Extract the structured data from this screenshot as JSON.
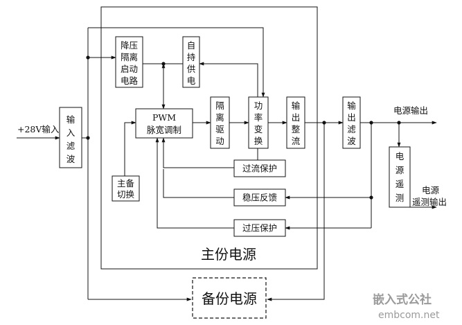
{
  "blocks": {
    "input_filter": [
      "输",
      "入",
      "滤",
      "波"
    ],
    "buck_start": [
      "降压",
      "隔离",
      "启动",
      "电路"
    ],
    "self_supply": [
      "自",
      "持",
      "供",
      "电"
    ],
    "pwm": [
      "PWM",
      "脉宽调制"
    ],
    "iso_drive": [
      "隔",
      "离",
      "驱",
      "动"
    ],
    "power_conv": [
      "功",
      "率",
      "变",
      "换"
    ],
    "out_rect": [
      "输",
      "出",
      "整",
      "流"
    ],
    "out_filter": [
      "输",
      "出",
      "滤",
      "波"
    ],
    "remote_sense": [
      "电",
      "源",
      "遥",
      "测"
    ],
    "main_backup_switch": [
      "主备",
      "切换"
    ],
    "overcurrent": "过流保护",
    "regulation_feedback": "稳压反馈",
    "overvoltage": "过压保护",
    "backup_supply": "备份电源"
  },
  "labels": {
    "input": "+28V输入",
    "power_out": "电源输出",
    "remote_out_1": "电源",
    "remote_out_2": "遥测输出",
    "main_supply": "主份电源"
  },
  "watermark": {
    "cn": "嵌入式公社",
    "url": "embcom.net"
  }
}
